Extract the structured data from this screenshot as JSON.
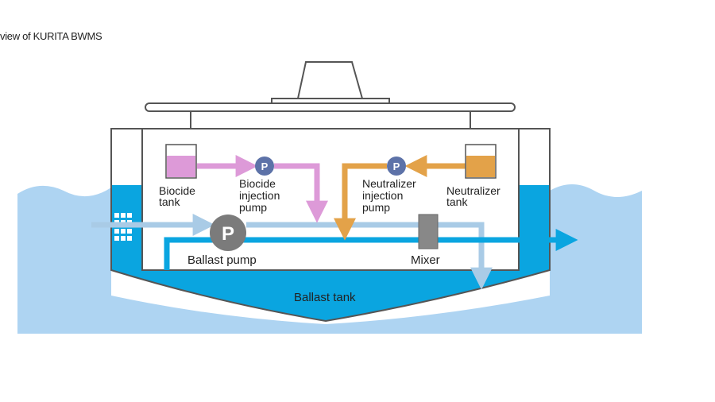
{
  "caption": "view of KURITA BWMS",
  "labels": {
    "biocide_tank": [
      "Biocide",
      "tank"
    ],
    "biocide_pump": [
      "Biocide",
      "injection",
      "pump"
    ],
    "neutralizer_pump": [
      "Neutralizer",
      "injection",
      "pump"
    ],
    "neutralizer_tank": [
      "Neutralizer",
      "tank"
    ],
    "ballast_pump": "Ballast pump",
    "mixer": "Mixer",
    "ballast_tank": "Ballast tank"
  },
  "pump_symbol": "P",
  "colors": {
    "sea": "#aed4f2",
    "ballast_water": "#0aa5e0",
    "intake_flow": "#a9cbe6",
    "biocide": "#dd9ad8",
    "neutralizer": "#e3a249",
    "pump_small": "#5d72a8",
    "pump_big": "#7b7b7b",
    "mixer": "#888888",
    "hull_outline": "#555555"
  }
}
